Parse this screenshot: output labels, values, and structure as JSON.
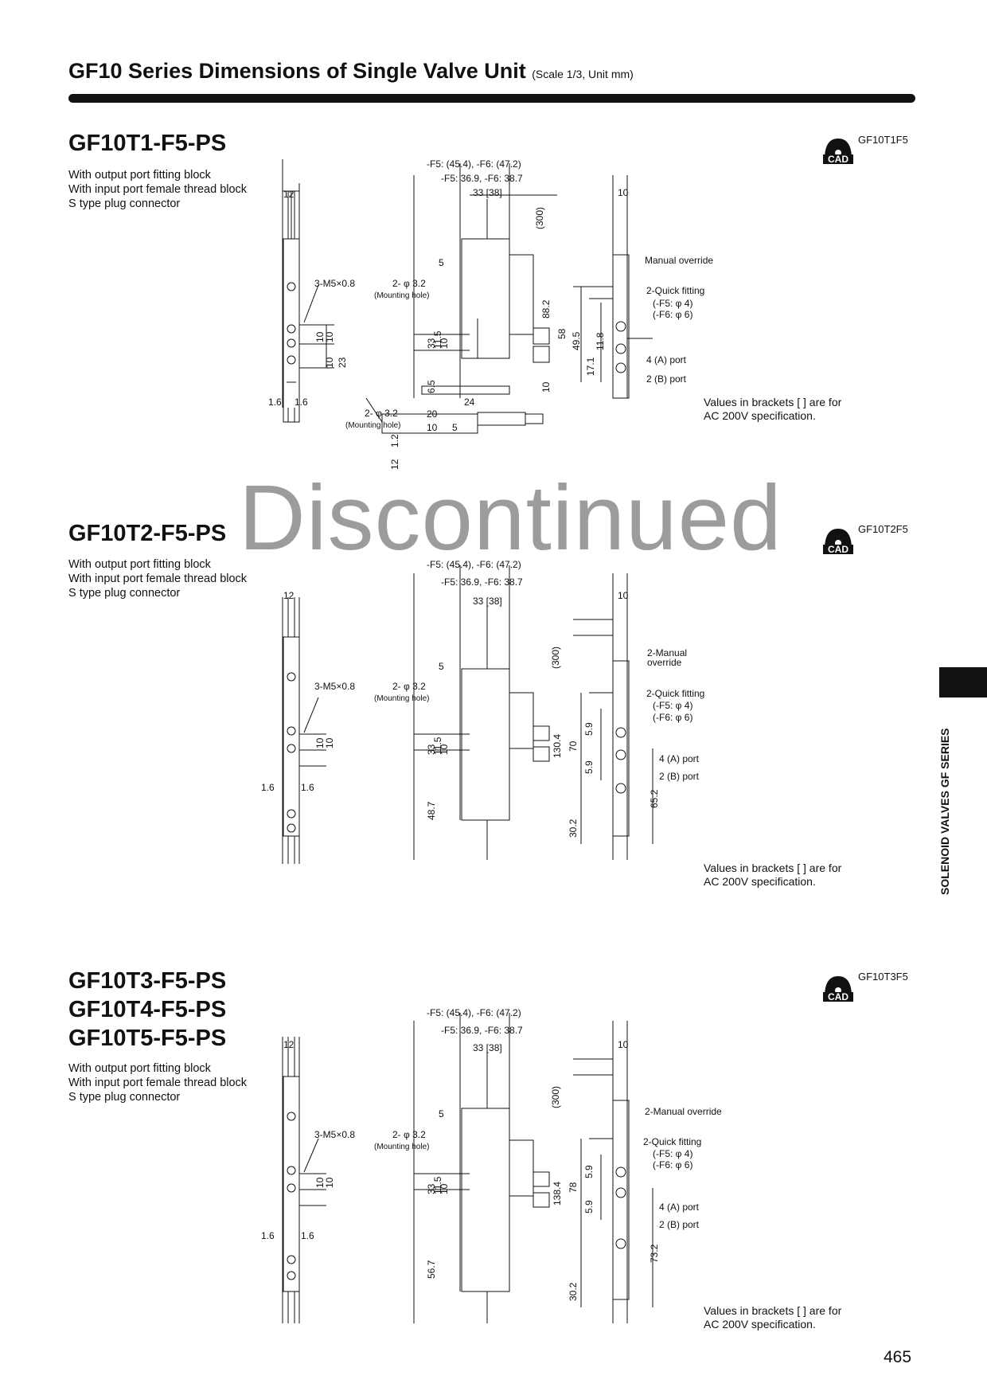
{
  "header": {
    "series": "GF10",
    "title": " Series Dimensions of Single Valve Unit",
    "scale_note": "(Scale 1/3, Unit mm)"
  },
  "watermark": "Discontinued",
  "side_tab": "SOLENOID VALVES GF SERIES",
  "page_number": "465",
  "sections": [
    {
      "models": [
        "GF10T1-F5-PS"
      ],
      "cad_code": "GF10T1F5",
      "desc": [
        "With output port fitting block",
        "With input port female thread block",
        "S type plug connector"
      ],
      "note": [
        "Values in brackets [   ] are for",
        "AC 200V specification."
      ]
    },
    {
      "models": [
        "GF10T2-F5-PS"
      ],
      "cad_code": "GF10T2F5",
      "desc": [
        "With output port fitting block",
        "With input port female thread block",
        "S type plug connector"
      ],
      "note": [
        "Values in brackets [   ] are for",
        "AC 200V specification."
      ]
    },
    {
      "models": [
        "GF10T3-F5-PS",
        "GF10T4-F5-PS",
        "GF10T5-F5-PS"
      ],
      "cad_code": "GF10T3F5",
      "desc": [
        "With output port fitting block",
        "With input port female thread block",
        "S type plug connector"
      ],
      "note": [
        "Values in brackets [   ] are for",
        "AC 200V specification."
      ]
    }
  ],
  "drawing_labels": {
    "f5_f6_outer": "-F5: (45.4), -F6: (47.2)",
    "f5_f6_inner": "-F5: 36.9, -F6: 38.7",
    "d33_38": "33 [38]",
    "d300": "(300)",
    "d12": "12",
    "d10": "10",
    "d5": "5",
    "d20": "20",
    "d24": "24",
    "d1_6": "1.6",
    "d23": "23",
    "d33": "33",
    "d11_5": "11.5",
    "d6_5": "6.5",
    "d88_2": "88.2",
    "d58": "58",
    "d49_5": "49.5",
    "d17_1": "17.1",
    "d11_8": "11.8",
    "d1_2": "1.2",
    "d5_9": "5.9",
    "d48_7": "48.7",
    "d56_7": "56.7",
    "d130_4": "130.4",
    "d70": "70",
    "d30_2": "30.2",
    "d65_2": "65.2",
    "d138_4": "138.4",
    "d78": "78",
    "d73_2": "73.2",
    "m5": "3-M5×0.8",
    "mount": "2- φ 3.2",
    "mount_hole": "(Mounting hole)",
    "manual": "Manual override",
    "manual2a": "2-Manual",
    "manual2b": "override",
    "manual2": "2-Manual override",
    "quick": "2-Quick fitting",
    "qf5": "(-F5: φ 4)",
    "qf6": "(-F6: φ 6)",
    "port4": "4 (A) port",
    "port2": "2 (B) port",
    "cad": "CAD"
  }
}
